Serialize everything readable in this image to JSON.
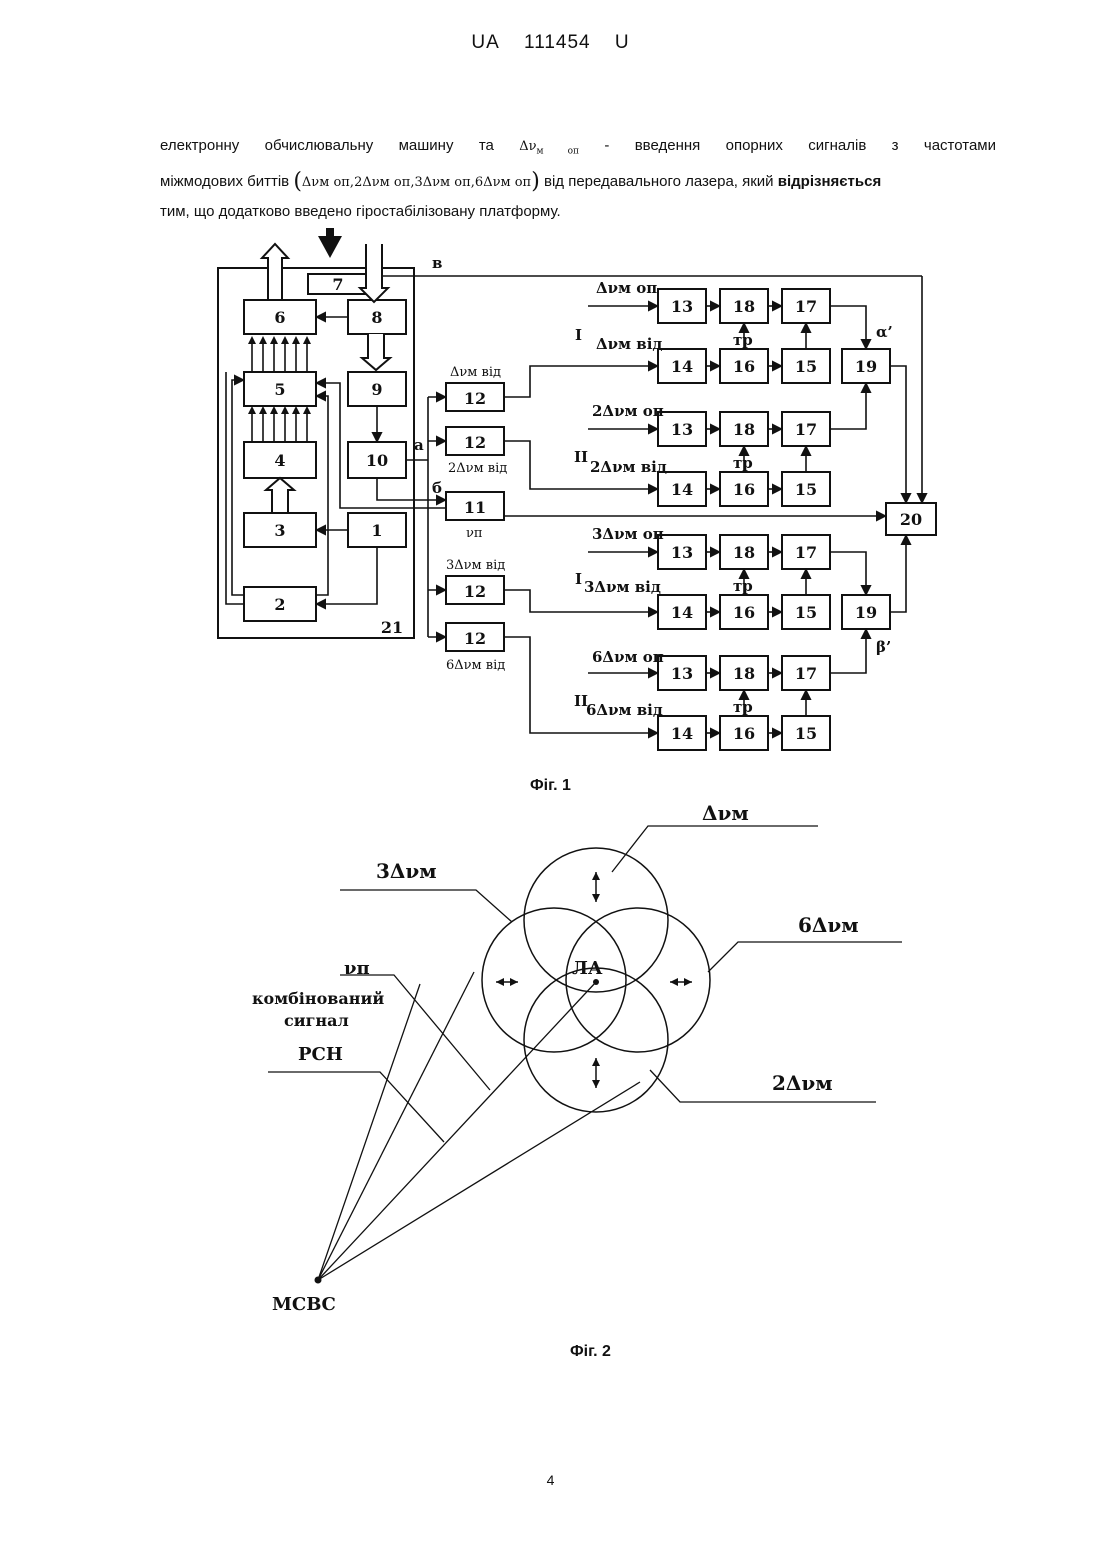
{
  "header": {
    "country": "UA",
    "number": "111454",
    "kind": "U"
  },
  "paragraph": {
    "l1_a": "електронну обчислювальну машину та",
    "l1_formula": "Δν",
    "l1_sub": "м оп",
    "l1_b": "- введення опорних сигналів з частотами",
    "l2_a": "міжмодових биттів",
    "l2_formula": "Δνм оп,2Δνм оп,3Δνм оп,6Δνм оп",
    "l2_b": "від передавального лазера, який",
    "l2_bold": "відрізняється",
    "l3": "тим, що додатково введено гіростабілізовану платформу."
  },
  "fig1": {
    "caption": "Фіг. 1",
    "blocks": [
      "1",
      "2",
      "3",
      "4",
      "5",
      "6",
      "7",
      "8",
      "9",
      "10",
      "11",
      "12",
      "13",
      "14",
      "15",
      "16",
      "17",
      "18",
      "19",
      "20",
      "21"
    ],
    "labels": {
      "v": "в",
      "a": "а",
      "b": "б",
      "dv_vid": "Δνм від",
      "dv2_vid": "2Δνм від",
      "dv3_vid": "3Δνм від",
      "dv6_vid": "6Δνм від",
      "nu_p": "νп",
      "dv_op": "Δνм оп",
      "dv2_op": "2Δνм оп",
      "dv3_op": "3Δνм оп",
      "dv6_op": "6Δνм оп",
      "ch_I_dv_vid": "Δνм від",
      "ch_II_dv2_vid": "2Δνм від",
      "ch_I_dv3_vid": "3Δνм від",
      "ch_II_dv6_vid": "6Δνм від",
      "roman_I": "I",
      "roman_II": "II",
      "tr": "тр",
      "alpha": "α’",
      "beta": "β’"
    }
  },
  "fig2": {
    "caption": "Фіг. 2",
    "labels": {
      "dv": "Δνм",
      "dv3": "3Δνм",
      "dv6": "6Δνм",
      "dv2": "2Δνм",
      "nu_p": "νп",
      "combined_1": "комбінований",
      "combined_2": "сигнал",
      "rsn": "РСН",
      "la": "ЛА",
      "msvs": "МСВС"
    }
  },
  "page_number": "4"
}
